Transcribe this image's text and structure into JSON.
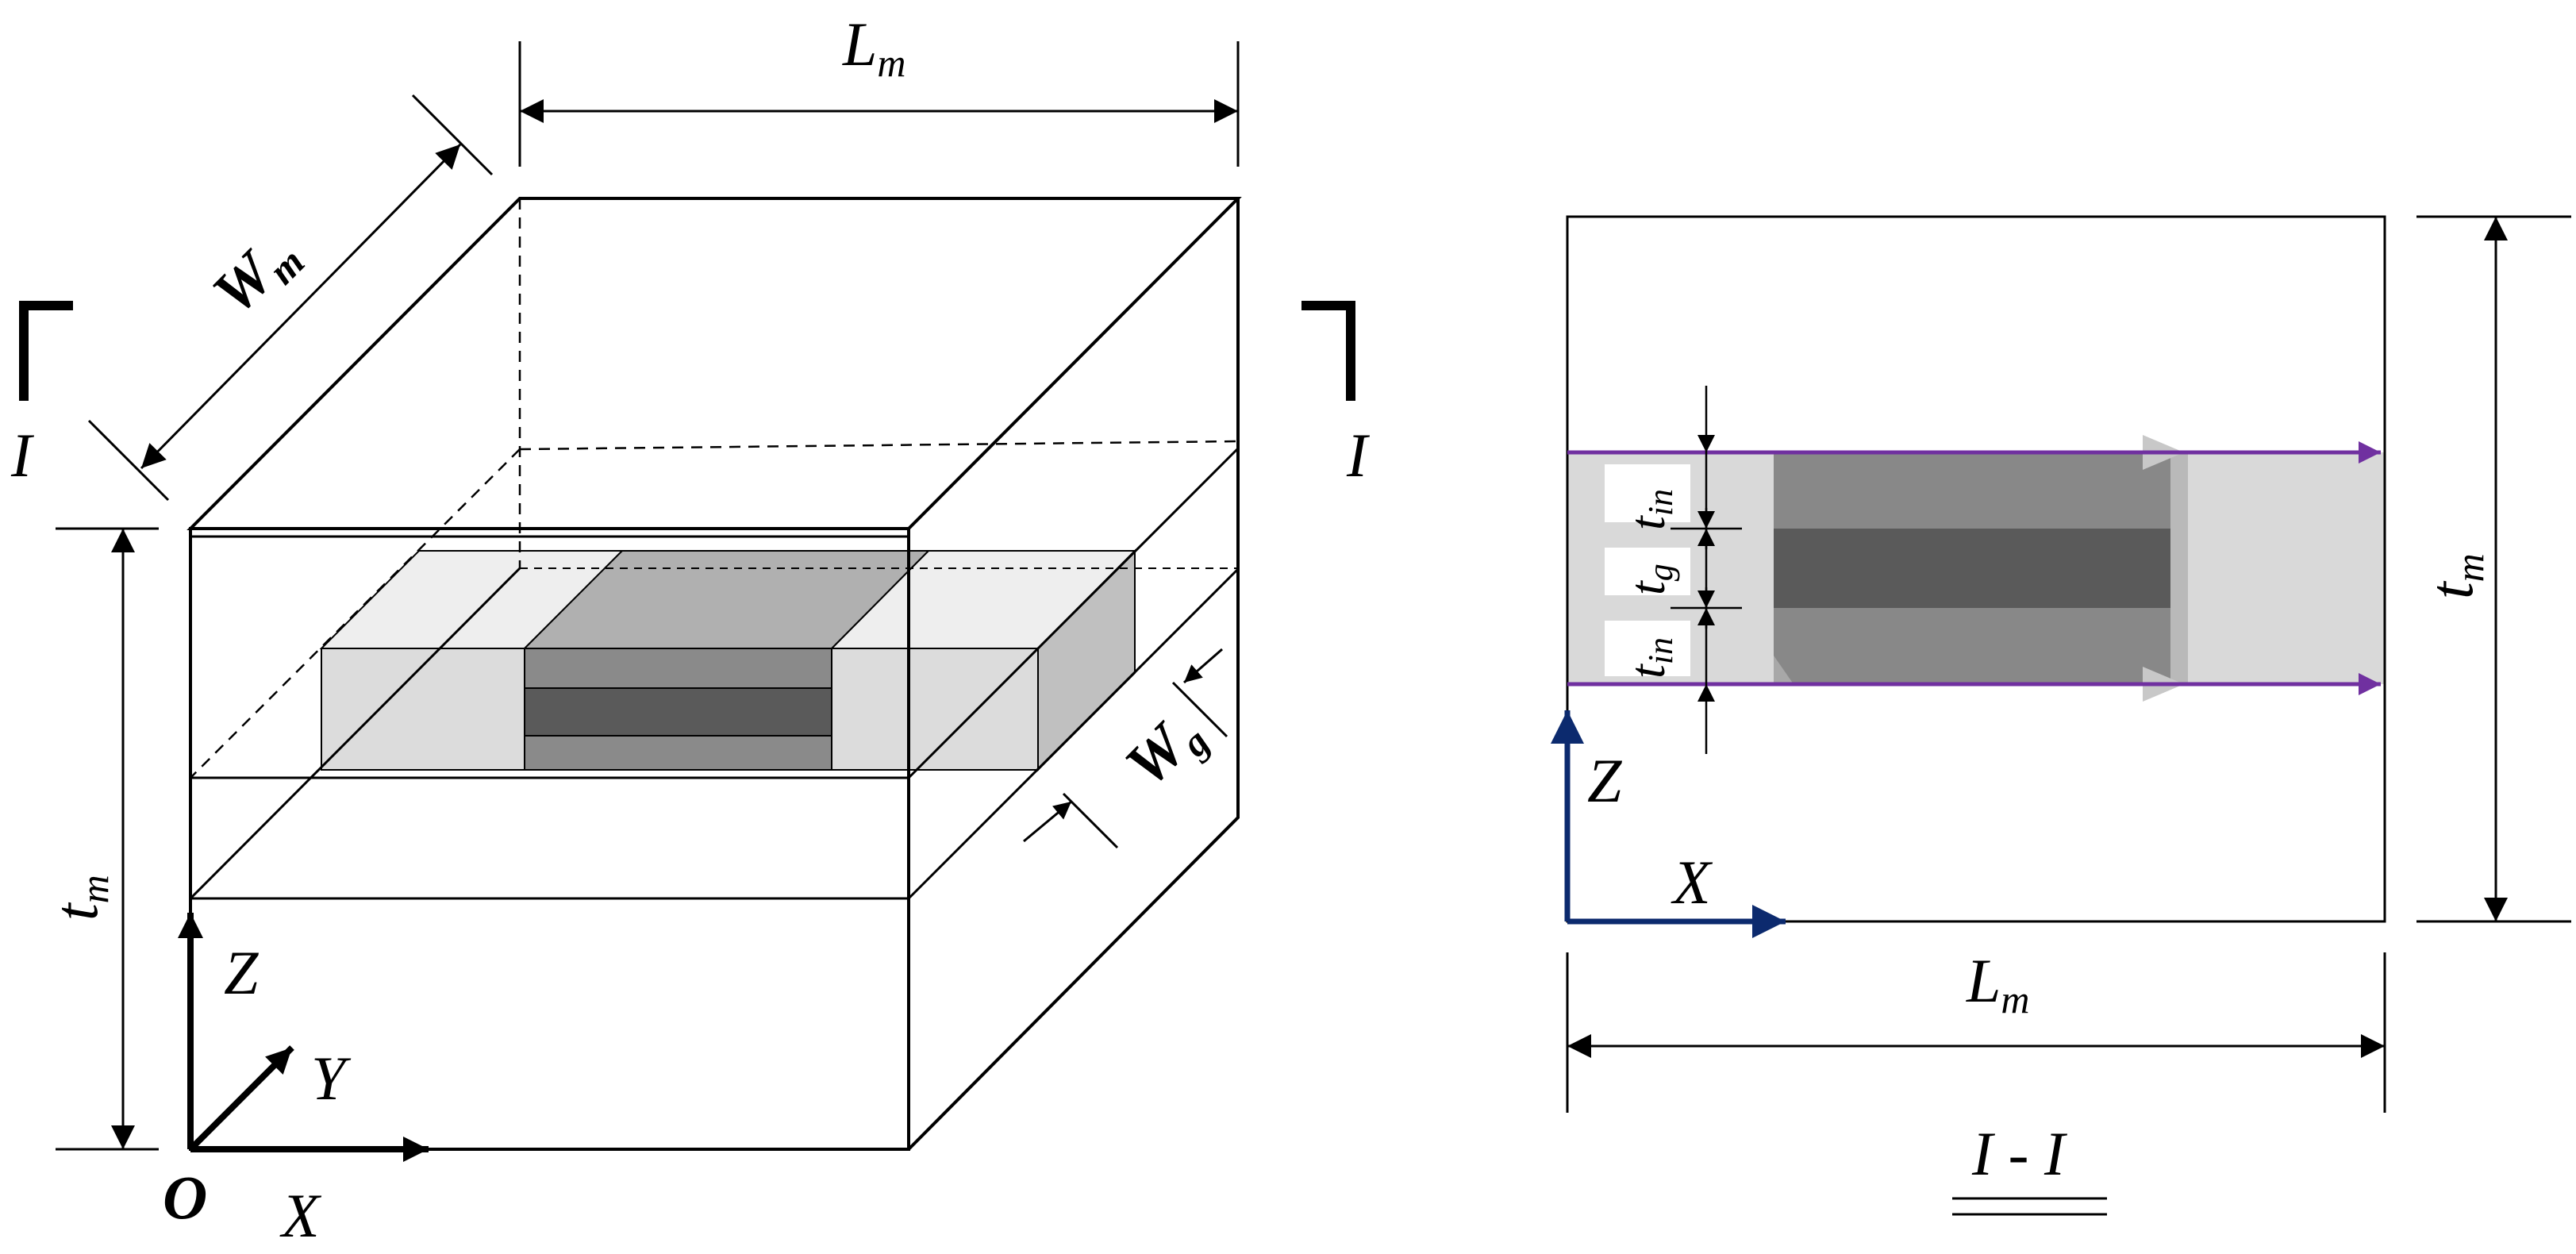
{
  "diagram": {
    "labels": {
      "Lm": {
        "main": "L",
        "sub": "m"
      },
      "Wm": {
        "main": "W",
        "sub": "m"
      },
      "tm": {
        "main": "t",
        "sub": "m"
      },
      "Wg": {
        "main": "W",
        "sub": "g"
      },
      "tin": {
        "main": "t",
        "sub": "in"
      },
      "tg": {
        "main": "t",
        "sub": "g"
      },
      "section_mark": "I",
      "section_title": "I - I",
      "origin": "O",
      "axis_x": "X",
      "axis_y": "Y",
      "axis_z": "Z"
    },
    "colors": {
      "light_block": "#e8e8e8",
      "light_block_side": "#d9d9d9",
      "mid_block": "#b4b4b4",
      "gray_layer": "#888888",
      "dark_layer": "#5a5a5a",
      "section_fill": "#d9d9d9",
      "purple_flow": "#7030a0",
      "axis_blue": "#0c2a6e"
    }
  }
}
